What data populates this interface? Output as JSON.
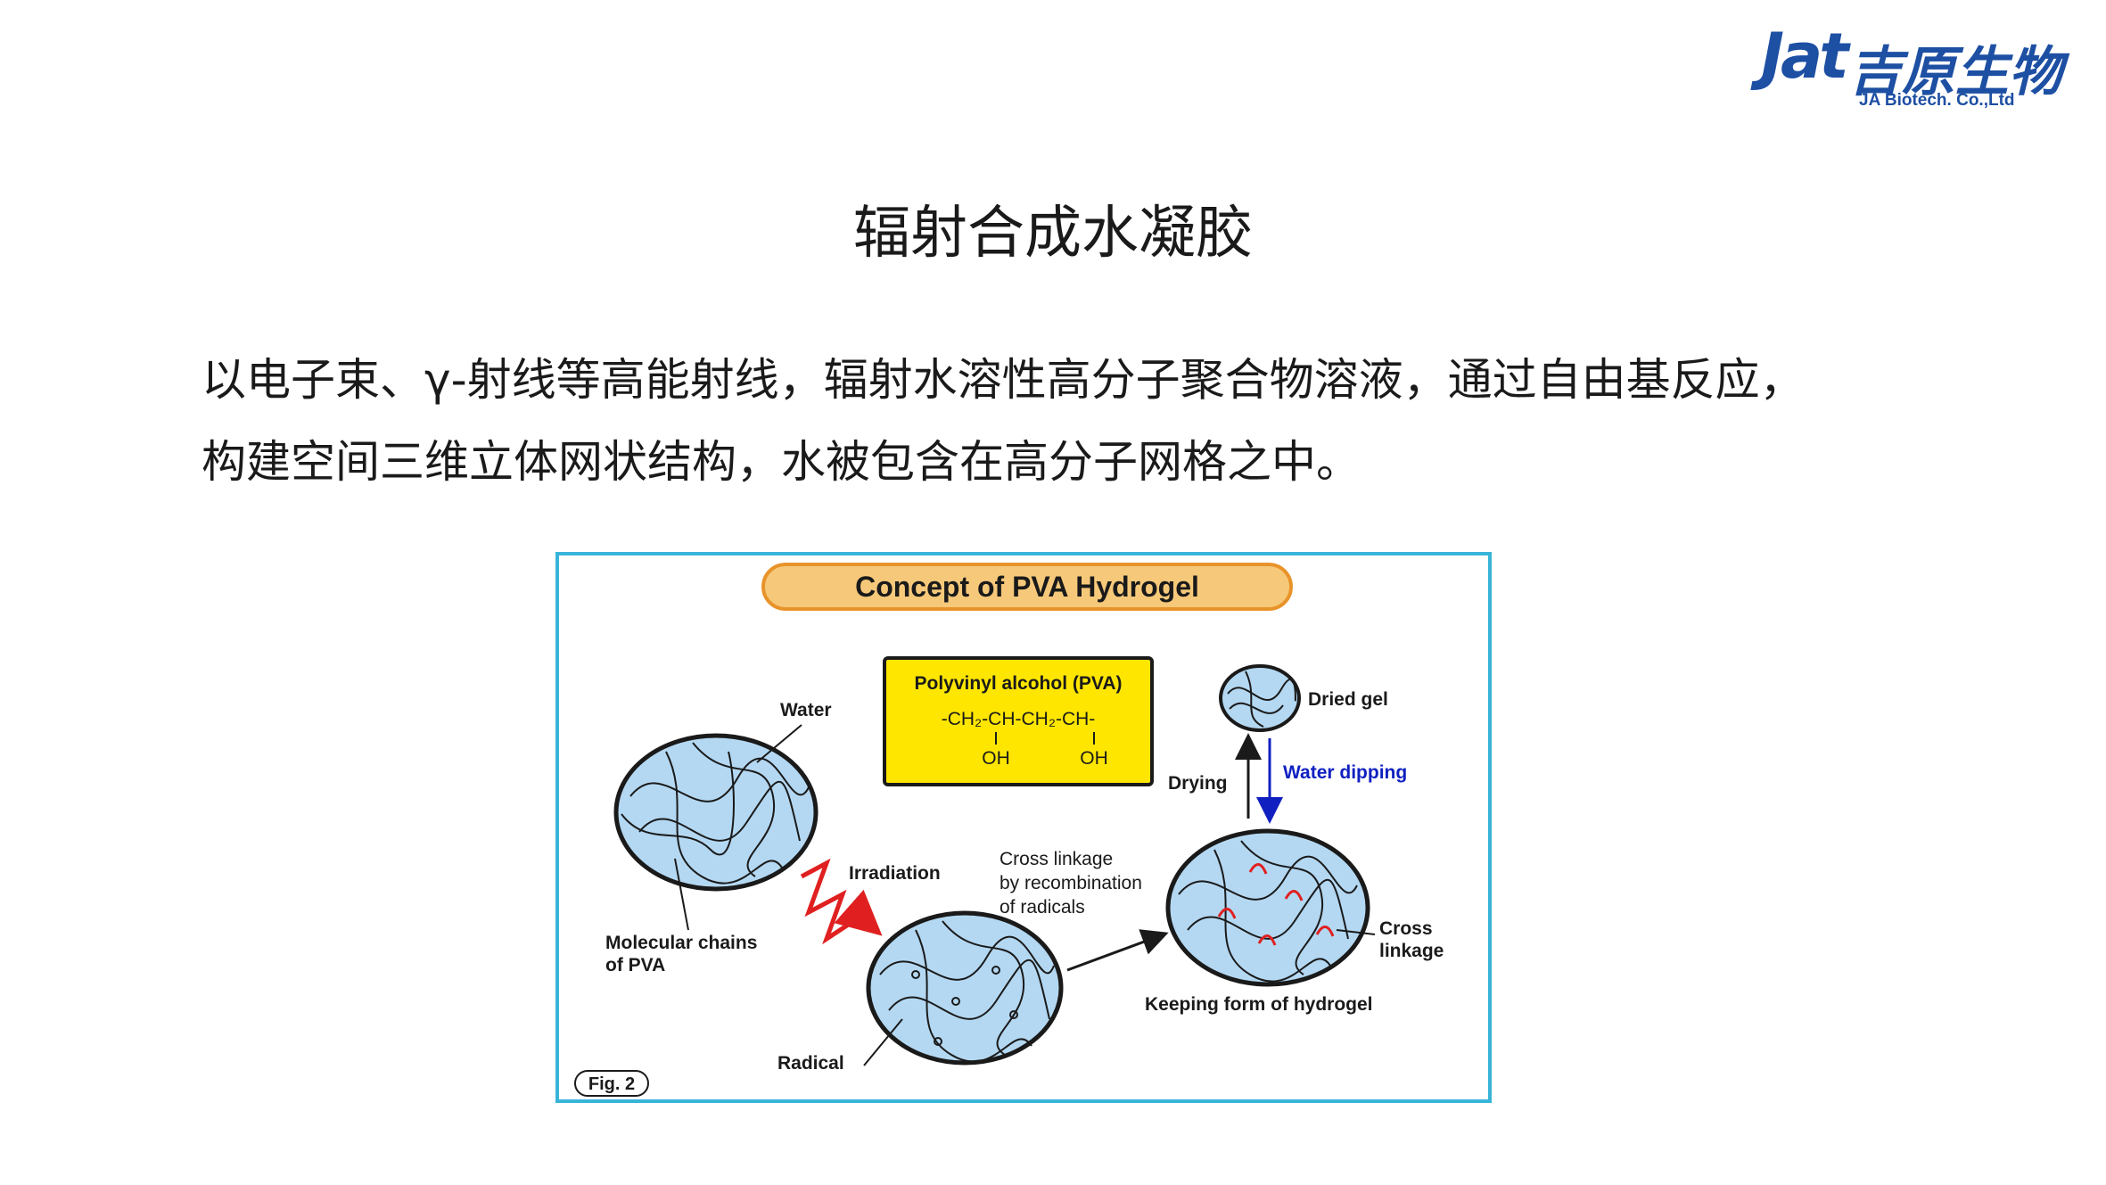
{
  "logo": {
    "mark": "Jat",
    "company_cn": "吉原生物",
    "company_en": "JA Biotech. Co.,Ltd"
  },
  "slide_title": "辐射合成水凝胶",
  "body": {
    "line1": "以电子束、γ-射线等高能射线，辐射水溶性高分子聚合物溶液，通过自由基反应，",
    "line2": "构建空间三维立体网状结构，水被包含在高分子网格之中。"
  },
  "figure": {
    "banner": "Concept of PVA Hydrogel",
    "pva_box": {
      "title": "Polyvinyl alcohol (PVA)",
      "formula": "-CH₂-CH-CH₂-CH-",
      "oh1": "OH",
      "oh2": "OH"
    },
    "labels": {
      "water": "Water",
      "molecular_chains_1": "Molecular chains",
      "molecular_chains_2": "of PVA",
      "irradiation": "Irradiation",
      "radical": "Radical",
      "cross_linkage_by_1": "Cross linkage",
      "cross_linkage_by_2": "by recombination",
      "cross_linkage_by_3": "of radicals",
      "dried_gel": "Dried gel",
      "drying": "Drying",
      "water_dipping": "Water dipping",
      "cross_1": "Cross",
      "cross_2": "linkage",
      "keeping_form": "Keeping form of hydrogel",
      "fig_num": "Fig. 2"
    },
    "colors": {
      "border": "#39b4d9",
      "banner_fill": "#f6c97a",
      "banner_stroke": "#e8932a",
      "pva_fill": "#ffe600",
      "circle_fill": "#b4d8f2",
      "accent_red": "#e02020",
      "water_dipping": "#1020c0"
    }
  }
}
